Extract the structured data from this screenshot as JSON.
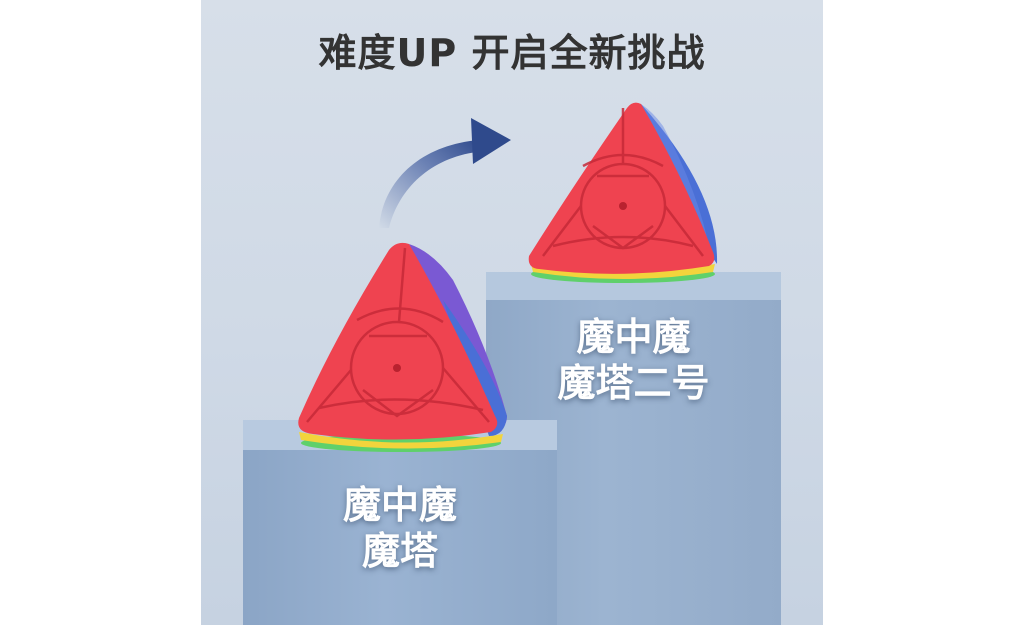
{
  "headline": "难度UP 开启全新挑战",
  "products": [
    {
      "line1": "魔中魔",
      "line2": "魔塔"
    },
    {
      "line1": "魔中魔",
      "line2": "魔塔二号"
    }
  ],
  "colors": {
    "background": "#d7dfe9",
    "pedestal": "#9cb4d1",
    "cube_red": "#f0444f",
    "cube_blue": "#4a6fd6",
    "cube_purple": "#7b5bd4",
    "cube_green": "#5bd36a",
    "cube_yellow": "#f2d43c",
    "arrow": "#3e5a9e"
  }
}
